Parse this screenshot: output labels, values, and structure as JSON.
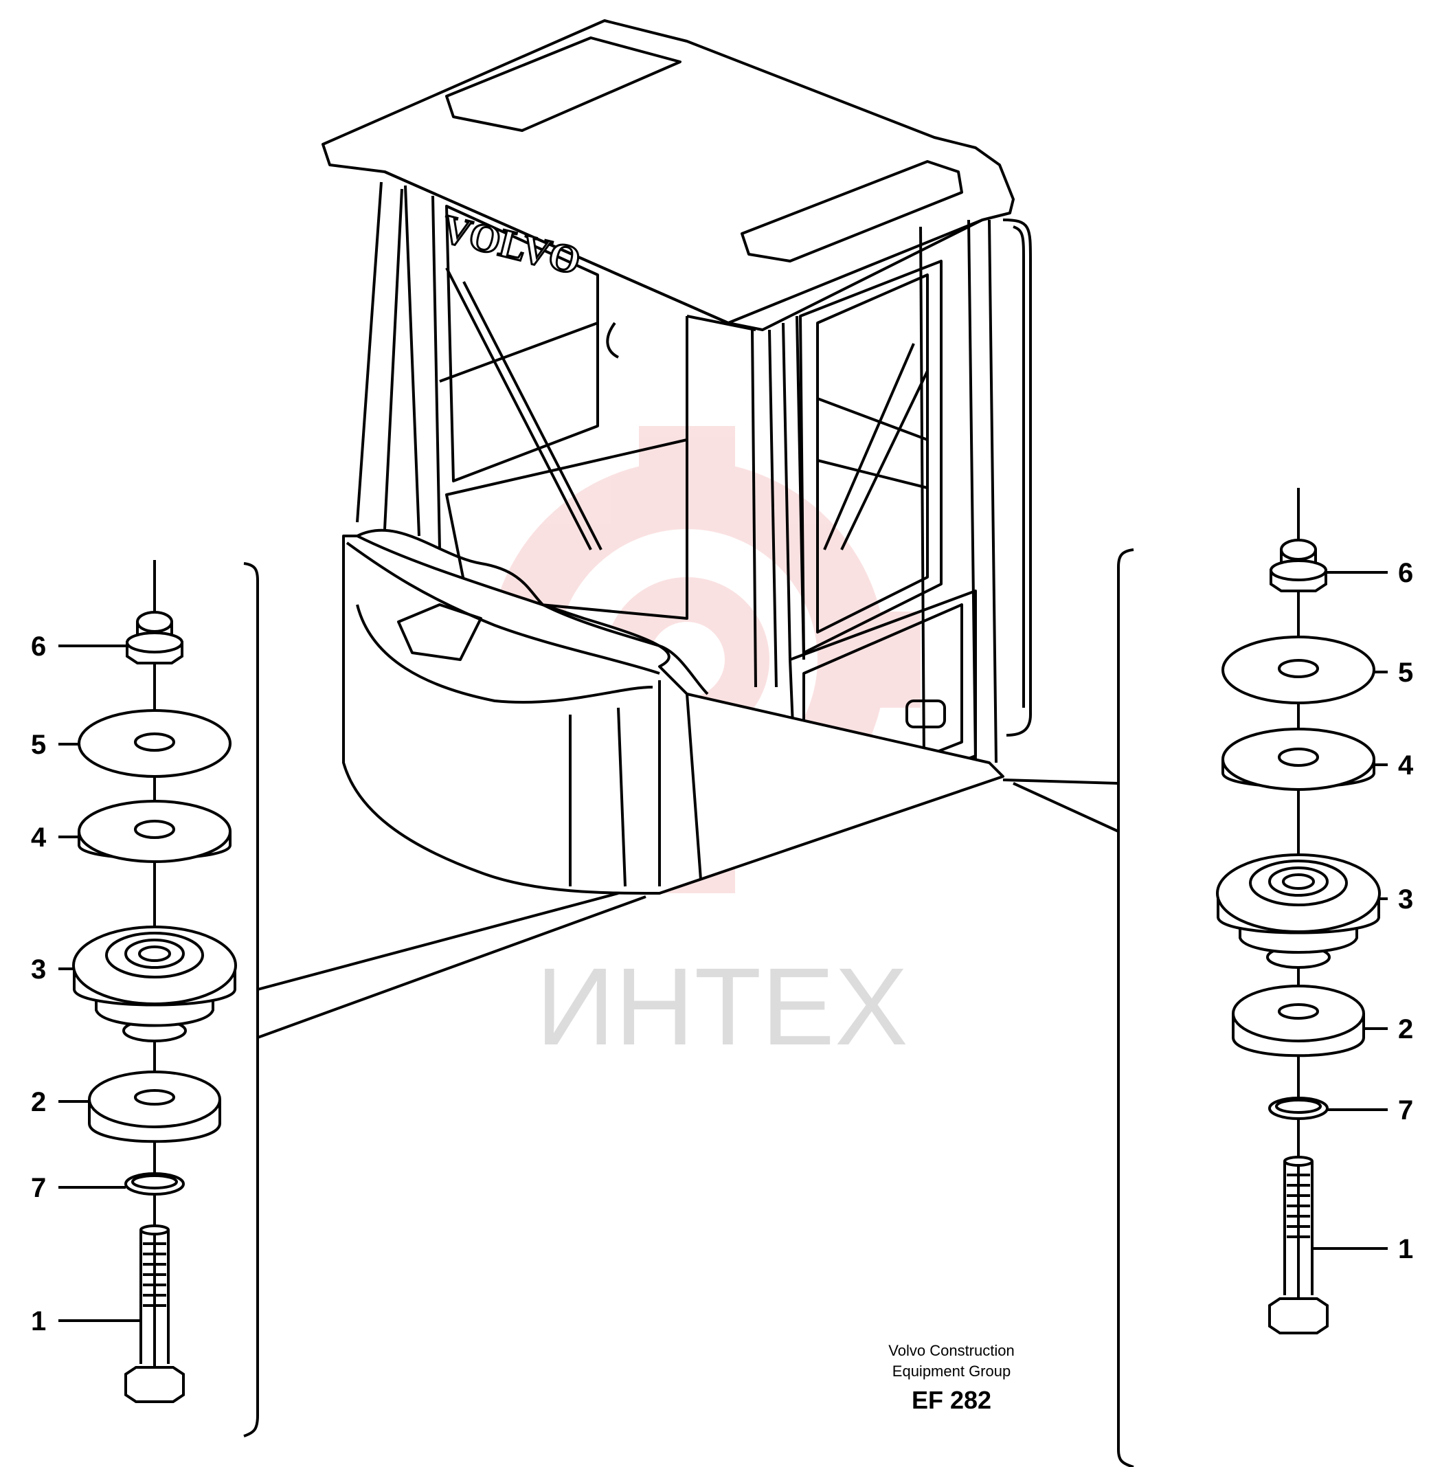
{
  "cab": {
    "brand": "VOLVO"
  },
  "watermark": {
    "text": "ИНТЕХ",
    "color": "#f3c4c4"
  },
  "left_stack": {
    "labels": [
      "6",
      "5",
      "4",
      "3",
      "2",
      "7",
      "1"
    ]
  },
  "right_stack": {
    "labels": [
      "6",
      "5",
      "4",
      "3",
      "2",
      "7",
      "1"
    ]
  },
  "footer": {
    "line1": "Volvo Construction",
    "line2": "Equipment Group",
    "code": "EF 282"
  }
}
